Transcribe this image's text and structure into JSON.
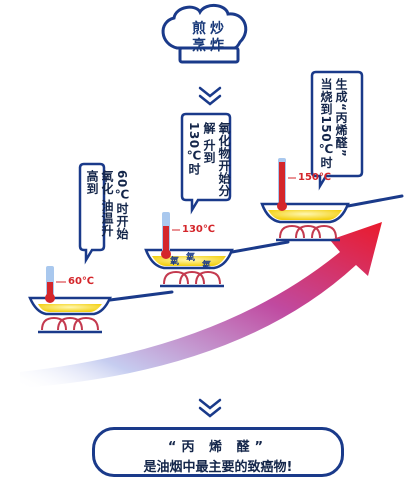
{
  "hat": {
    "line1": "煎炒",
    "line2": "烹炸"
  },
  "stages": [
    {
      "text_col1": "油温升高到",
      "text_col2": "60℃时开始氧化",
      "temperature": "60℃",
      "level": 0.12
    },
    {
      "text_col1": "升到130℃时",
      "text_col2": "氧化物开始分解",
      "temperature": "130℃",
      "level": 0.4,
      "oxygen_labels": [
        "氧",
        "氧",
        "氧"
      ]
    },
    {
      "text_col1": "当烧到150℃时",
      "text_col2": "生成“丙烯醛”",
      "temperature": "150℃",
      "level": 0.7
    }
  ],
  "conclusion": {
    "line1": "“丙 烯 醛”",
    "line2": "是油烟中最主要的致癌物!"
  },
  "colors": {
    "outline": "#1a3a8a",
    "oil": "#f4d21a",
    "flame": "#c43a4f",
    "arrow_start": "#9fb3e8",
    "arrow_end": "#e8192b"
  }
}
